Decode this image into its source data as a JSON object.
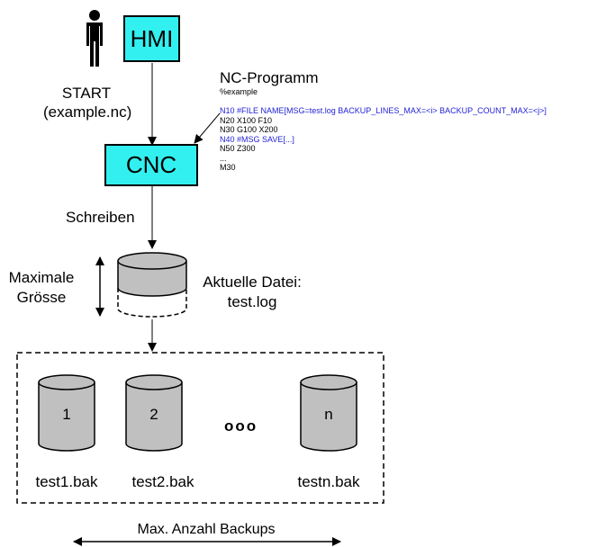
{
  "hmi_label": "HMI",
  "cnc_label": "CNC",
  "start_label": [
    "START",
    "(example.nc)"
  ],
  "nc_program": {
    "title": "NC-Programm",
    "lines": [
      {
        "text": "%example",
        "highlight": false
      },
      {
        "text": "",
        "highlight": false
      },
      {
        "text": "N10 #FILE NAME[MSG=test.log BACKUP_LINES_MAX=<i> BACKUP_COUNT_MAX=<j>]",
        "highlight": true
      },
      {
        "text": "N20 X100 F10",
        "highlight": false
      },
      {
        "text": "N30 G100 X200",
        "highlight": false
      },
      {
        "text": "N40 #MSG SAVE[...]",
        "highlight": true
      },
      {
        "text": "N50 Z300",
        "highlight": false
      },
      {
        "text": "...",
        "highlight": false
      },
      {
        "text": "M30",
        "highlight": false
      }
    ]
  },
  "write_label": "Schreiben",
  "max_size_label": [
    "Maximale",
    "Grösse"
  ],
  "current_file_label": [
    "Aktuelle Datei:",
    "test.log"
  ],
  "backups": [
    {
      "number": "1",
      "name": "test1.bak"
    },
    {
      "number": "2",
      "name": "test2.bak"
    },
    {
      "number": "n",
      "name": "testn.bak"
    }
  ],
  "ellipsis": "ooo",
  "max_backups_label": "Max. Anzahl Backups",
  "colors": {
    "box_fill": "#33f0f0",
    "cylinder_fill": "#c0c0c0",
    "highlight_text": "#1f1fd6"
  }
}
